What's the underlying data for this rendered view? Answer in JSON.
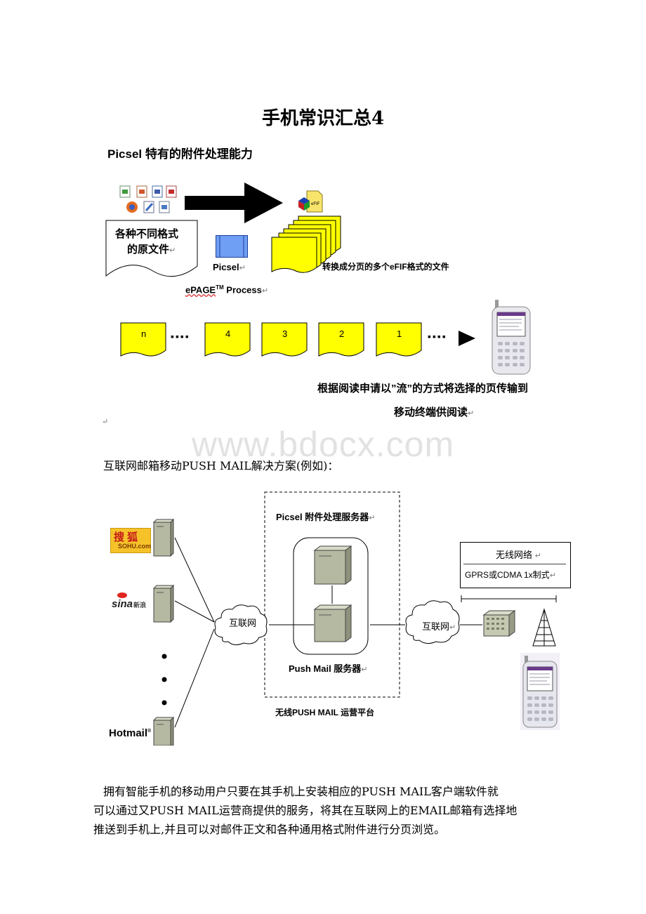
{
  "document": {
    "title": "手机常识汇总4",
    "watermark": "www.bdocx.com",
    "section_heading": "互联网邮箱移动PUSH MAIL解决方案(例如)：",
    "paragraph_lines": [
      "拥有智能手机的移动用户只要在其手机上安装相应的PUSH MAIL客户端软件就",
      "可以通过又PUSH MAIL运营商提供的服务，将其在互联网上的EMAIL邮箱有选择地",
      "推送到手机上,并且可以对邮件正文和各种通用格式附件进行分页浏览。"
    ]
  },
  "figure1": {
    "heading": "Picsel 特有的附件处理能力",
    "source_line1": "各种不同格式",
    "source_line2": "的原文件",
    "picsel_label": "Picsel",
    "process_label": "ePAGE",
    "process_tm": "TM",
    "process_suffix": " Process",
    "converted_label": "转换成分页的多个eFIF格式的文件",
    "efif_icon_text": "eFIF",
    "pages": [
      "n",
      "4",
      "3",
      "2",
      "1"
    ],
    "ellipsis": "▪▪▪▪",
    "stream_line1": "根据阅读申请以”流”的方式将选择的页传输到",
    "stream_line2": "移动终端供阅读",
    "para_mark": "↵"
  },
  "figure2": {
    "picsel_server_label": "Picsel 附件处理服务器",
    "push_server_label": "Push Mail 服务器",
    "platform_label": "无线PUSH MAIL 运营平台",
    "internet_left": "互联网",
    "internet_right": "互联网",
    "wireless_title": "无线网络",
    "wireless_tech": "GPRS或CDMA 1x制式",
    "logo_sohu_cn": "搜 狐",
    "logo_sohu_en": "SOHU.com",
    "logo_sina_en": "sina",
    "logo_sina_cn": "新浪",
    "logo_hotmail": "Hotmail",
    "logo_hotmail_reg": "®"
  }
}
